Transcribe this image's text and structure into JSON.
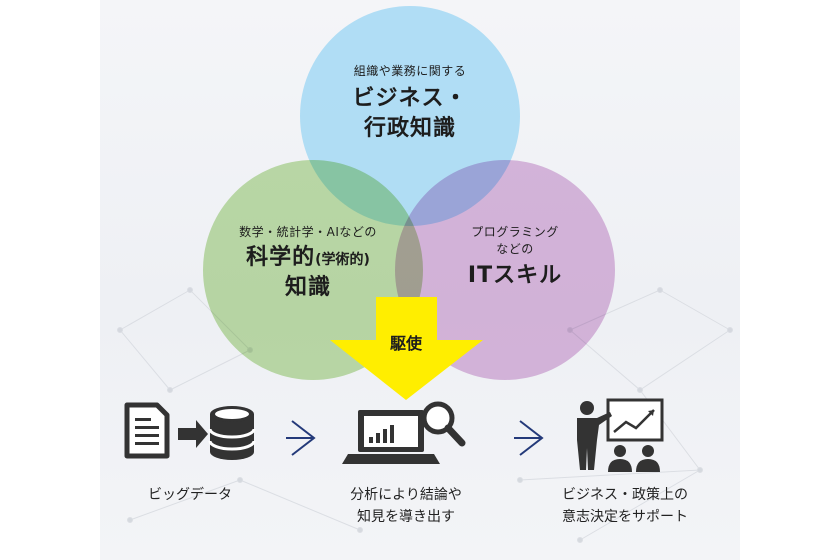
{
  "circles": {
    "top": {
      "subtitle": "組織や業務に関する",
      "title_line1": "ビジネス・",
      "title_line2": "行政知識",
      "color": "#a9daf4"
    },
    "left": {
      "subtitle": "数学・統計学・AIなどの",
      "title_main": "科学的",
      "title_paren": "(学術的)",
      "title_line2": "知識",
      "color": "#b9dd9c"
    },
    "right": {
      "subtitle_line1": "プログラミング",
      "subtitle_line2": "などの",
      "title": "ITスキル",
      "color": "#dbb2dc"
    }
  },
  "arrow": {
    "label": "駆使",
    "color": "#ffee00"
  },
  "flow": {
    "step1": {
      "label": "ビッグデータ",
      "icon": "document-to-database-icon"
    },
    "step2": {
      "line1": "分析により結論や",
      "line2": "知見を導き出す",
      "icon": "laptop-analysis-icon"
    },
    "step3": {
      "line1": "ビジネス・政策上の",
      "line2": "意志決定をサポート",
      "icon": "presentation-icon"
    },
    "connector_color": "#243a7a"
  }
}
